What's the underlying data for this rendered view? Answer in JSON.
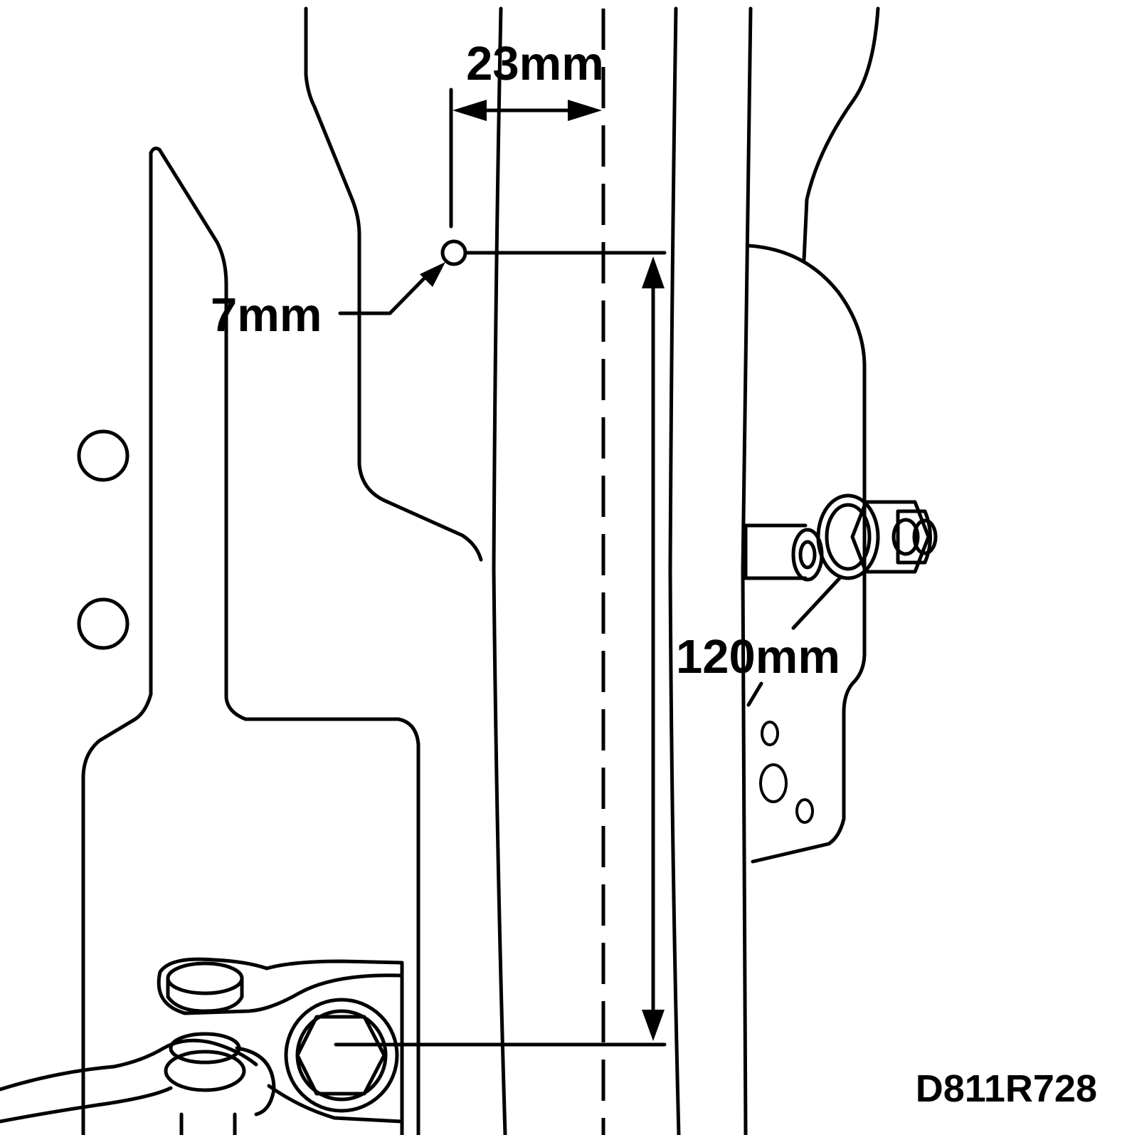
{
  "dimensions": {
    "horizontal_offset": "23mm",
    "hole_diameter": "7mm",
    "vertical_distance": "120mm"
  },
  "figure_code": "D811R728",
  "colors": {
    "line": "#000000",
    "background": "#ffffff"
  }
}
